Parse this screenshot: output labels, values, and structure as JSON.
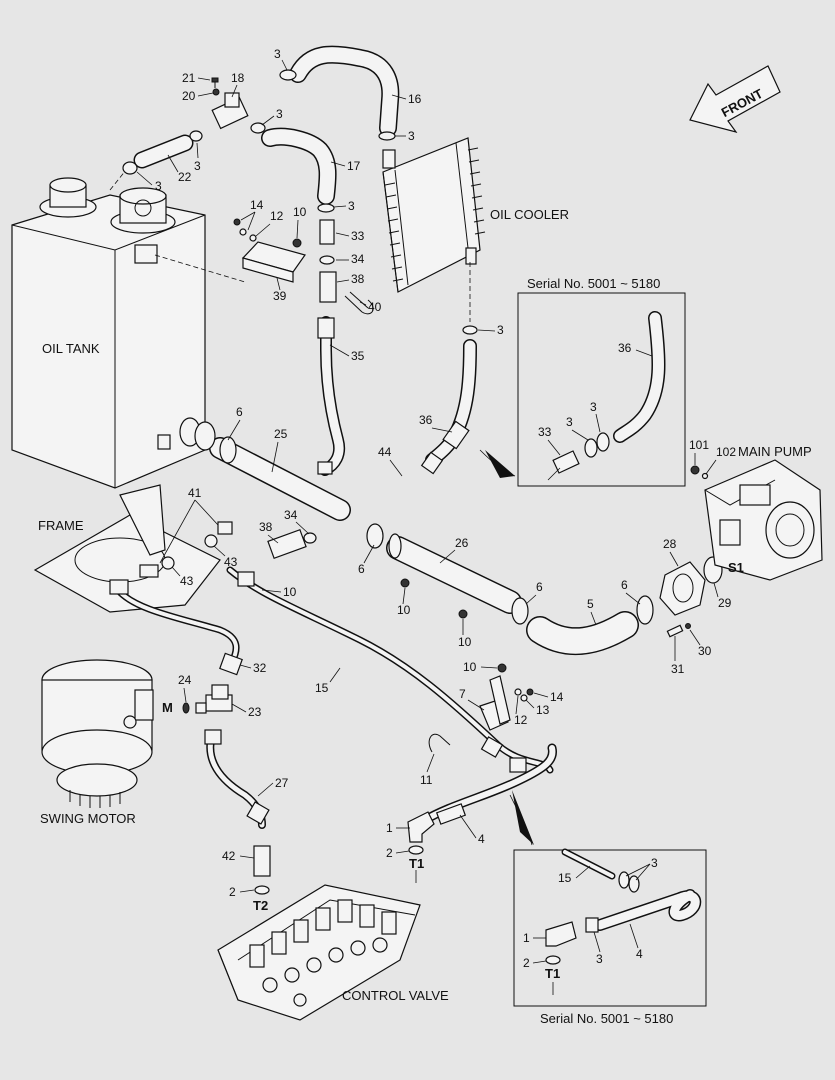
{
  "captions": {
    "oil_tank": "OIL TANK",
    "oil_cooler": "OIL COOLER",
    "frame": "FRAME",
    "main_pump": "MAIN PUMP",
    "swing_motor": "SWING MOTOR",
    "control_valve": "CONTROL VALVE",
    "front": "FRONT",
    "serial_top": "Serial No. 5001 ~ 5180",
    "serial_bottom": "Serial No. 5001 ~ 5180"
  },
  "port_labels": {
    "s1": "S1",
    "m": "M",
    "t1": "T1",
    "t2": "T2",
    "t1_inset": "T1"
  },
  "part_numbers": {
    "p1": "1",
    "p2": "2",
    "p3": "3",
    "p4": "4",
    "p5": "5",
    "p6": "6",
    "p7": "7",
    "p10": "10",
    "p11": "11",
    "p12": "12",
    "p13": "13",
    "p14": "14",
    "p15": "15",
    "p16": "16",
    "p17": "17",
    "p18": "18",
    "p20": "20",
    "p21": "21",
    "p22": "22",
    "p23": "23",
    "p24": "24",
    "p25": "25",
    "p26": "26",
    "p27": "27",
    "p28": "28",
    "p29": "29",
    "p30": "30",
    "p31": "31",
    "p32": "32",
    "p33": "33",
    "p34": "34",
    "p35": "35",
    "p36": "36",
    "p38": "38",
    "p39": "39",
    "p40": "40",
    "p41": "41",
    "p42": "42",
    "p43": "43",
    "p44": "44",
    "p101": "101",
    "p102": "102"
  },
  "colors": {
    "background": "#e6e6e6",
    "line": "#111111",
    "part_fill": "#f4f4f4"
  }
}
